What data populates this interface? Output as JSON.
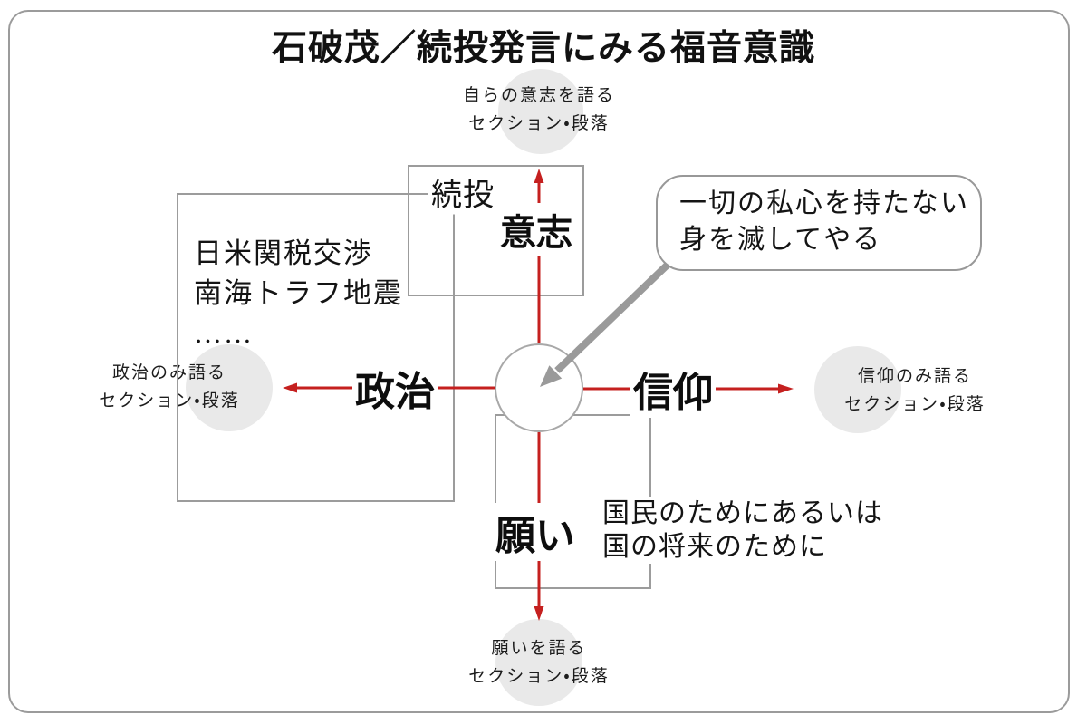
{
  "title": "石破茂／続投発言にみる福音意識",
  "colors": {
    "arrow_red": "#c5201f",
    "line_gray": "#9b9b9b",
    "circle_fill": "#e9e9e9"
  },
  "axes": {
    "up": "意志",
    "down": "願い",
    "left": "政治",
    "right": "信仰"
  },
  "quadrant_labels": {
    "top": {
      "line1": "自らの意志を語る",
      "line2": "セクション・段落"
    },
    "left": {
      "line1": "政治のみ語る",
      "line2": "セクション・段落"
    },
    "right": {
      "line1": "信仰のみ語る",
      "line2": "セクション・段落"
    },
    "bottom": {
      "line1": "願いを語る",
      "line2": "セクション・段落"
    }
  },
  "annotations": {
    "tenure_label": "続投",
    "politics_box": {
      "line1": "日米関税交渉",
      "line2": "南海トラフ地震",
      "line3": "……"
    },
    "wish_note": {
      "line1": "国民のためにあるいは",
      "line2": "国の将来のために"
    },
    "speech_bubble": {
      "line1": "一切の私心を持たない",
      "line2": "身を滅してやる"
    }
  }
}
